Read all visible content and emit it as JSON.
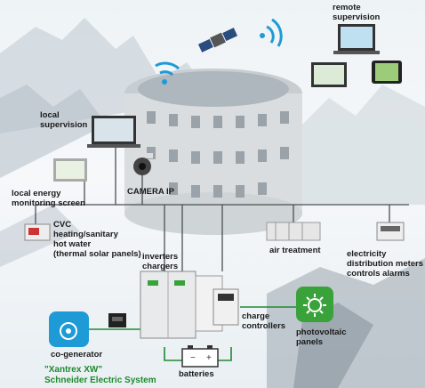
{
  "labels": {
    "remote_supervision": "remote\nsupervision",
    "local_supervision": "local\nsupervision",
    "camera_ip": "CAMERA IP",
    "local_energy_monitoring": "local energy\nmonitoring screen",
    "cvc": "CVC\nheating/sanitary\nhot water\n(thermal solar panels)",
    "air_treatment": "air treatment",
    "electricity_meters": "electricity\ndistribution meters\ncontrols alarms",
    "inverters_chargers": "inverters\nchargers",
    "charge_controllers": "charge\ncontrollers",
    "photovoltaic_panels": "photovoltaic\npanels",
    "co_generator": "co-generator",
    "batteries": "batteries",
    "xantrex_line1": "\"Xantrex XW\"",
    "xantrex_line2": "Schneider Electric System"
  },
  "colors": {
    "network_line": "#4a4f55",
    "power_line": "#1f8a2e",
    "accent_blue": "#1e9bd6",
    "accent_green": "#3aa23a",
    "building": "#d9dde0"
  },
  "icons": [
    "satellite-icon",
    "wifi-icon",
    "laptop-icon",
    "camera-icon",
    "monitor-icon",
    "sun-icon",
    "battery-icon",
    "generator-icon"
  ]
}
